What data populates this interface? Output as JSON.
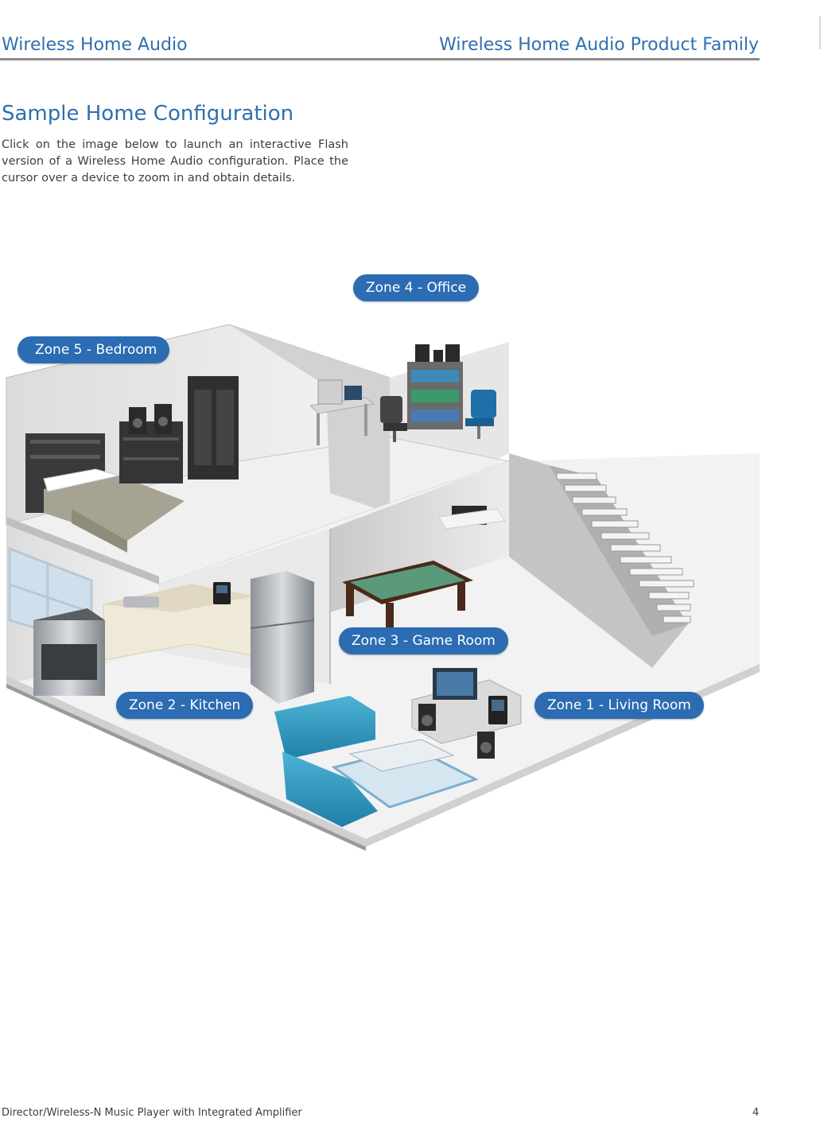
{
  "header": {
    "left": "Wireless Home Audio",
    "right": "Wireless Home Audio Product Family"
  },
  "section": {
    "title": "Sample Home Configuration",
    "intro": "Click on the image below to launch an interactive Flash version of a Wireless Home Audio configuration. Place the cursor over a device to zoom in and obtain details."
  },
  "zones": {
    "zone4": "Zone 4 - Office",
    "zone5": "Zone 5 - Bedroom",
    "zone3": "Zone 3 - Game Room",
    "zone2": "Zone 2 - Kitchen",
    "zone1": "Zone 1 - Living Room"
  },
  "colors": {
    "accent": "#2f6fb0",
    "zone_label": "#2b6cb3",
    "rule": "#8a8a8a"
  },
  "footer": {
    "product": "Director/Wireless-N Music Player with Integrated Amplifier",
    "page_number": "4"
  }
}
